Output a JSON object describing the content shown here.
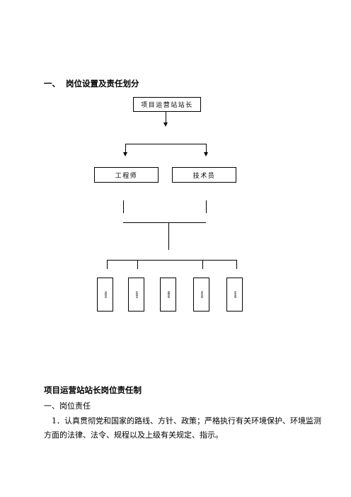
{
  "section": {
    "number": "一、",
    "title": "岗位设置及责任划分"
  },
  "org_chart": {
    "top": "项目运营站站长",
    "level2": [
      "工程师",
      "技术员"
    ],
    "level3": [
      "运营班",
      "化验室",
      "维修组",
      "综合组",
      "安全组"
    ]
  },
  "article": {
    "title": "项目运营站站长岗位责任制",
    "subheading": "一、岗位责任",
    "paragraph": "1．认真贯彻党和国家的路线、方针、政策；严格执行有关环境保护、环境监测方面的法律、法令、规程以及上级有关规定、指示。"
  }
}
